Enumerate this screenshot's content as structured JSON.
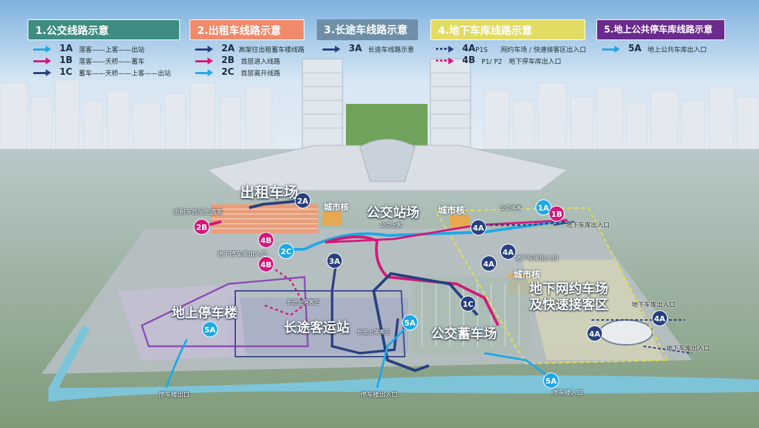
{
  "colors": {
    "bus_route": "#1ea8e6",
    "bus_route_alt": "#d2197a",
    "bus_route_depot": "#27407f",
    "taxi_route": "#27407f",
    "coach_route": "#27407f",
    "underground_route": "#27407f",
    "surface_parking_route": "#1ea8e6",
    "legend1_header": "#3f8c80",
    "legend2_header": "#f08a6a",
    "legend3_header": "#6f8fa8",
    "legend4_header": "#e8e26a",
    "legend5_header": "#6a2b8c"
  },
  "legend": [
    {
      "title": "1.公交线路示意",
      "rows": [
        {
          "code": "1A",
          "desc": "落客——上客——出站",
          "color": "#1ea8e6",
          "style": "solid"
        },
        {
          "code": "1B",
          "desc": "落客——天桥——蓄车",
          "color": "#d2197a",
          "style": "solid"
        },
        {
          "code": "1C",
          "desc": "蓄车——天桥——上客——出站",
          "color": "#27407f",
          "style": "solid"
        }
      ]
    },
    {
      "title": "2.出租车线路示意",
      "rows": [
        {
          "code": "2A",
          "desc": "高架往出租蓄车楼线路",
          "color": "#27407f",
          "style": "solid"
        },
        {
          "code": "2B",
          "desc": "首层进入线路",
          "color": "#d2197a",
          "style": "solid"
        },
        {
          "code": "2C",
          "desc": "首层离开线路",
          "color": "#1ea8e6",
          "style": "solid"
        }
      ]
    },
    {
      "title": "3.长途车线路示意",
      "rows": [
        {
          "code": "3A",
          "desc": "长途车线路示意",
          "color": "#27407f",
          "style": "solid"
        }
      ]
    },
    {
      "title": "4.地下车库线路示意",
      "rows": [
        {
          "code": "4A",
          "desc": "P1S　　网约车场 / 快速接客区出入口",
          "color": "#27407f",
          "style": "dotted"
        },
        {
          "code": "4B",
          "desc": "P1/ P2　地下停车库出入口",
          "color": "#d2197a",
          "style": "dotted"
        }
      ]
    },
    {
      "title": "5.地上公共停车库线路示意",
      "rows": [
        {
          "code": "5A",
          "desc": "地上公共车库出入口",
          "color": "#1ea8e6",
          "style": "solid"
        }
      ]
    }
  ],
  "map": {
    "areas": {
      "taxi_yard": "出租车场",
      "bus_station": "公交站场",
      "online_car_yard": "地下网约车场",
      "online_car_yard_line2": "及快速接客区",
      "parking_building": "地上停车楼",
      "coach_station": "长途客运站",
      "bus_depot": "公交蓄车场"
    },
    "city_cores": [
      "城市核",
      "城市核",
      "城市核"
    ],
    "small_labels": {
      "taxi_pickup": "出租车首层上落客",
      "bus_dropoff": "公交落客",
      "bus_pickup": "公交上客",
      "underground_entry_left": "地下停车库出入口",
      "underground_entry_right_1": "地下车库出入口",
      "underground_entry_mid": "地下车库出入口",
      "underground_entry_right_2": "地下车库出入口",
      "underground_entry_right_3": "地下车库出入口",
      "coach_pickup_dropoff": "长途上落客区",
      "coach_pickup_dropoff_2": "长途上落客区",
      "parking_exit_left": "停车楼出口",
      "parking_entry_mid": "停车楼出入口",
      "parking_entry_right": "停车楼入口"
    },
    "markers": {
      "m_2a": "2A",
      "m_2b": "2B",
      "m_2c": "2C",
      "m_4b_1": "4B",
      "m_4b_2": "4B",
      "m_3a": "3A",
      "m_1a": "1A",
      "m_1b": "1B",
      "m_1c": "1C",
      "m_4a_1": "4A",
      "m_4a_2": "4A",
      "m_4a_3": "4A",
      "m_4a_4": "4A",
      "m_4a_5": "4A",
      "m_5a_1": "5A",
      "m_5a_2": "5A",
      "m_5a_3": "5A"
    }
  }
}
